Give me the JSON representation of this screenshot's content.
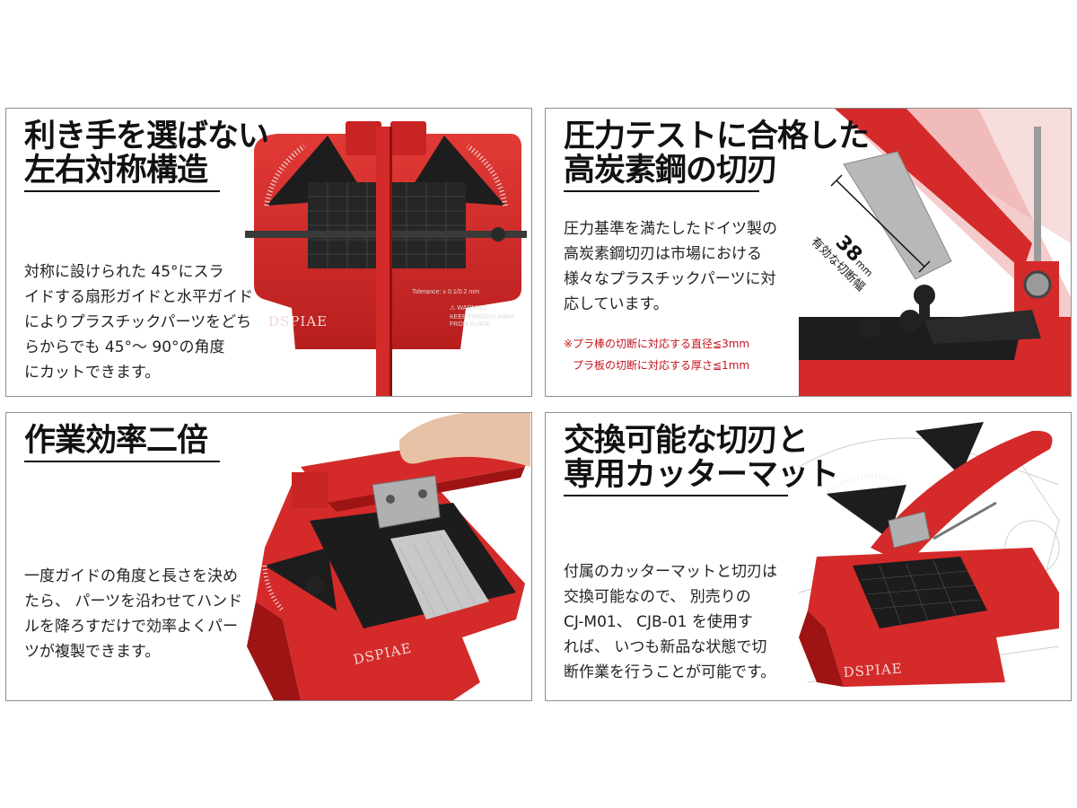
{
  "panels": [
    {
      "title_lines": [
        "利き手を選ばない",
        "左右対称構造"
      ],
      "body_lines": [
        "対称に設けられた 45°にスラ",
        "イドする扇形ガイドと水平ガイド",
        "によりプラスチックパーツをどち",
        "らからでも 45°～ 90°の角度",
        "にカットできます。"
      ],
      "brand": "DSPIAE",
      "warning_lines": [
        "⚠ WARNING",
        "KEEP FINGERS AWAY",
        "FROM BLADE"
      ],
      "tolerance": "Tolerance: ± 0.1/0.2 mm"
    },
    {
      "title_lines": [
        "圧力テストに合格した",
        "高炭素鋼の切刃"
      ],
      "body_lines": [
        "圧力基準を満たしたドイツ製の",
        "高炭素鋼切刃は市場における",
        "様々なプラスチックパーツに対",
        "応しています。"
      ],
      "note_lines": [
        "※プラ棒の切断に対応する直径≦3mm",
        "プラ板の切断に対応する厚さ≦1mm"
      ],
      "dimension": {
        "value": "38",
        "unit": "mm",
        "label": "有効な切断幅"
      }
    },
    {
      "title_lines": [
        "作業効率二倍"
      ],
      "body_lines": [
        "一度ガイドの角度と長さを決め",
        "たら、 パーツを沿わせてハンド",
        "ルを降ろすだけで効率よくパー",
        "ツが複製できます。"
      ],
      "brand": "DSPIAE"
    },
    {
      "title_lines": [
        "交換可能な切刃と",
        "専用カッターマット"
      ],
      "body_lines": [
        "付属のカッターマットと切刃は",
        "交換可能なので、 別売りの",
        "CJ-M01、 CJB-01 を使用す",
        "れば、 いつも新品な状態で切",
        "断作業を行うことが可能です。"
      ],
      "brand": "DSPIAE"
    }
  ],
  "colors": {
    "red": "#d42a2a",
    "red_dark": "#9e1414",
    "black": "#1c1c1c",
    "note_red": "#c4141e",
    "border": "#8f8f8f"
  }
}
